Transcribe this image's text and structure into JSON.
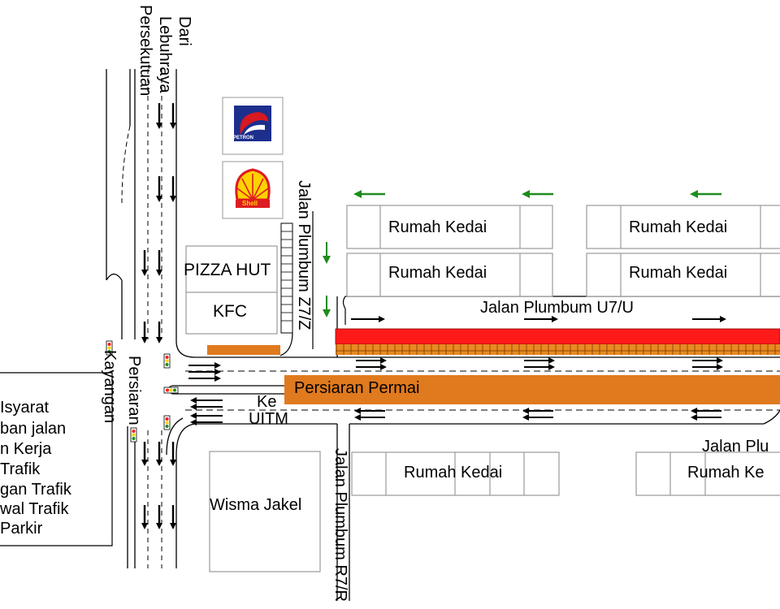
{
  "road_labels": {
    "from_highway": "Dari",
    "from_highway_2": "Lebuhraya",
    "from_highway_3": "Persekutuan",
    "persiaran_kayangan_1": "Persiaran",
    "persiaran_kayangan_2": "Kayangan",
    "jalan_z7z": "Jalan Plumbum Z7/Z",
    "jalan_u7u": "Jalan Plumbum U7/U",
    "persiaran_permai": "Persiaran Permai",
    "ke": "Ke",
    "uitm": "UITM",
    "jalan_r7r": "Jalan Plumbum R7/R",
    "jalan_plu": "Jalan Plu"
  },
  "landmarks": {
    "petron": "PETRON",
    "shell": "Shell",
    "pizza_hut": "PIZZA HUT",
    "kfc": "KFC",
    "wisma_jakel": "Wisma Jakel",
    "rumah_kedai": "Rumah Kedai",
    "rumah_ke": "Rumah Ke"
  },
  "legend": {
    "items": [
      "Isyarat",
      "ban jalan",
      "n Kerja",
      "Trafik",
      "gan Trafik",
      "wal Trafik",
      "Parkir"
    ]
  },
  "colors": {
    "arrow_green": "#1e8c1e",
    "permai_median": "#e07a1e",
    "red_zone": "#ff1a1a",
    "parking_orange": "#e88a20",
    "building_border": "#9a9a9a",
    "petron_blue": "#1c2f8c",
    "petron_red": "#d71920",
    "shell_yellow": "#ffd200",
    "shell_red": "#dd1d21"
  }
}
